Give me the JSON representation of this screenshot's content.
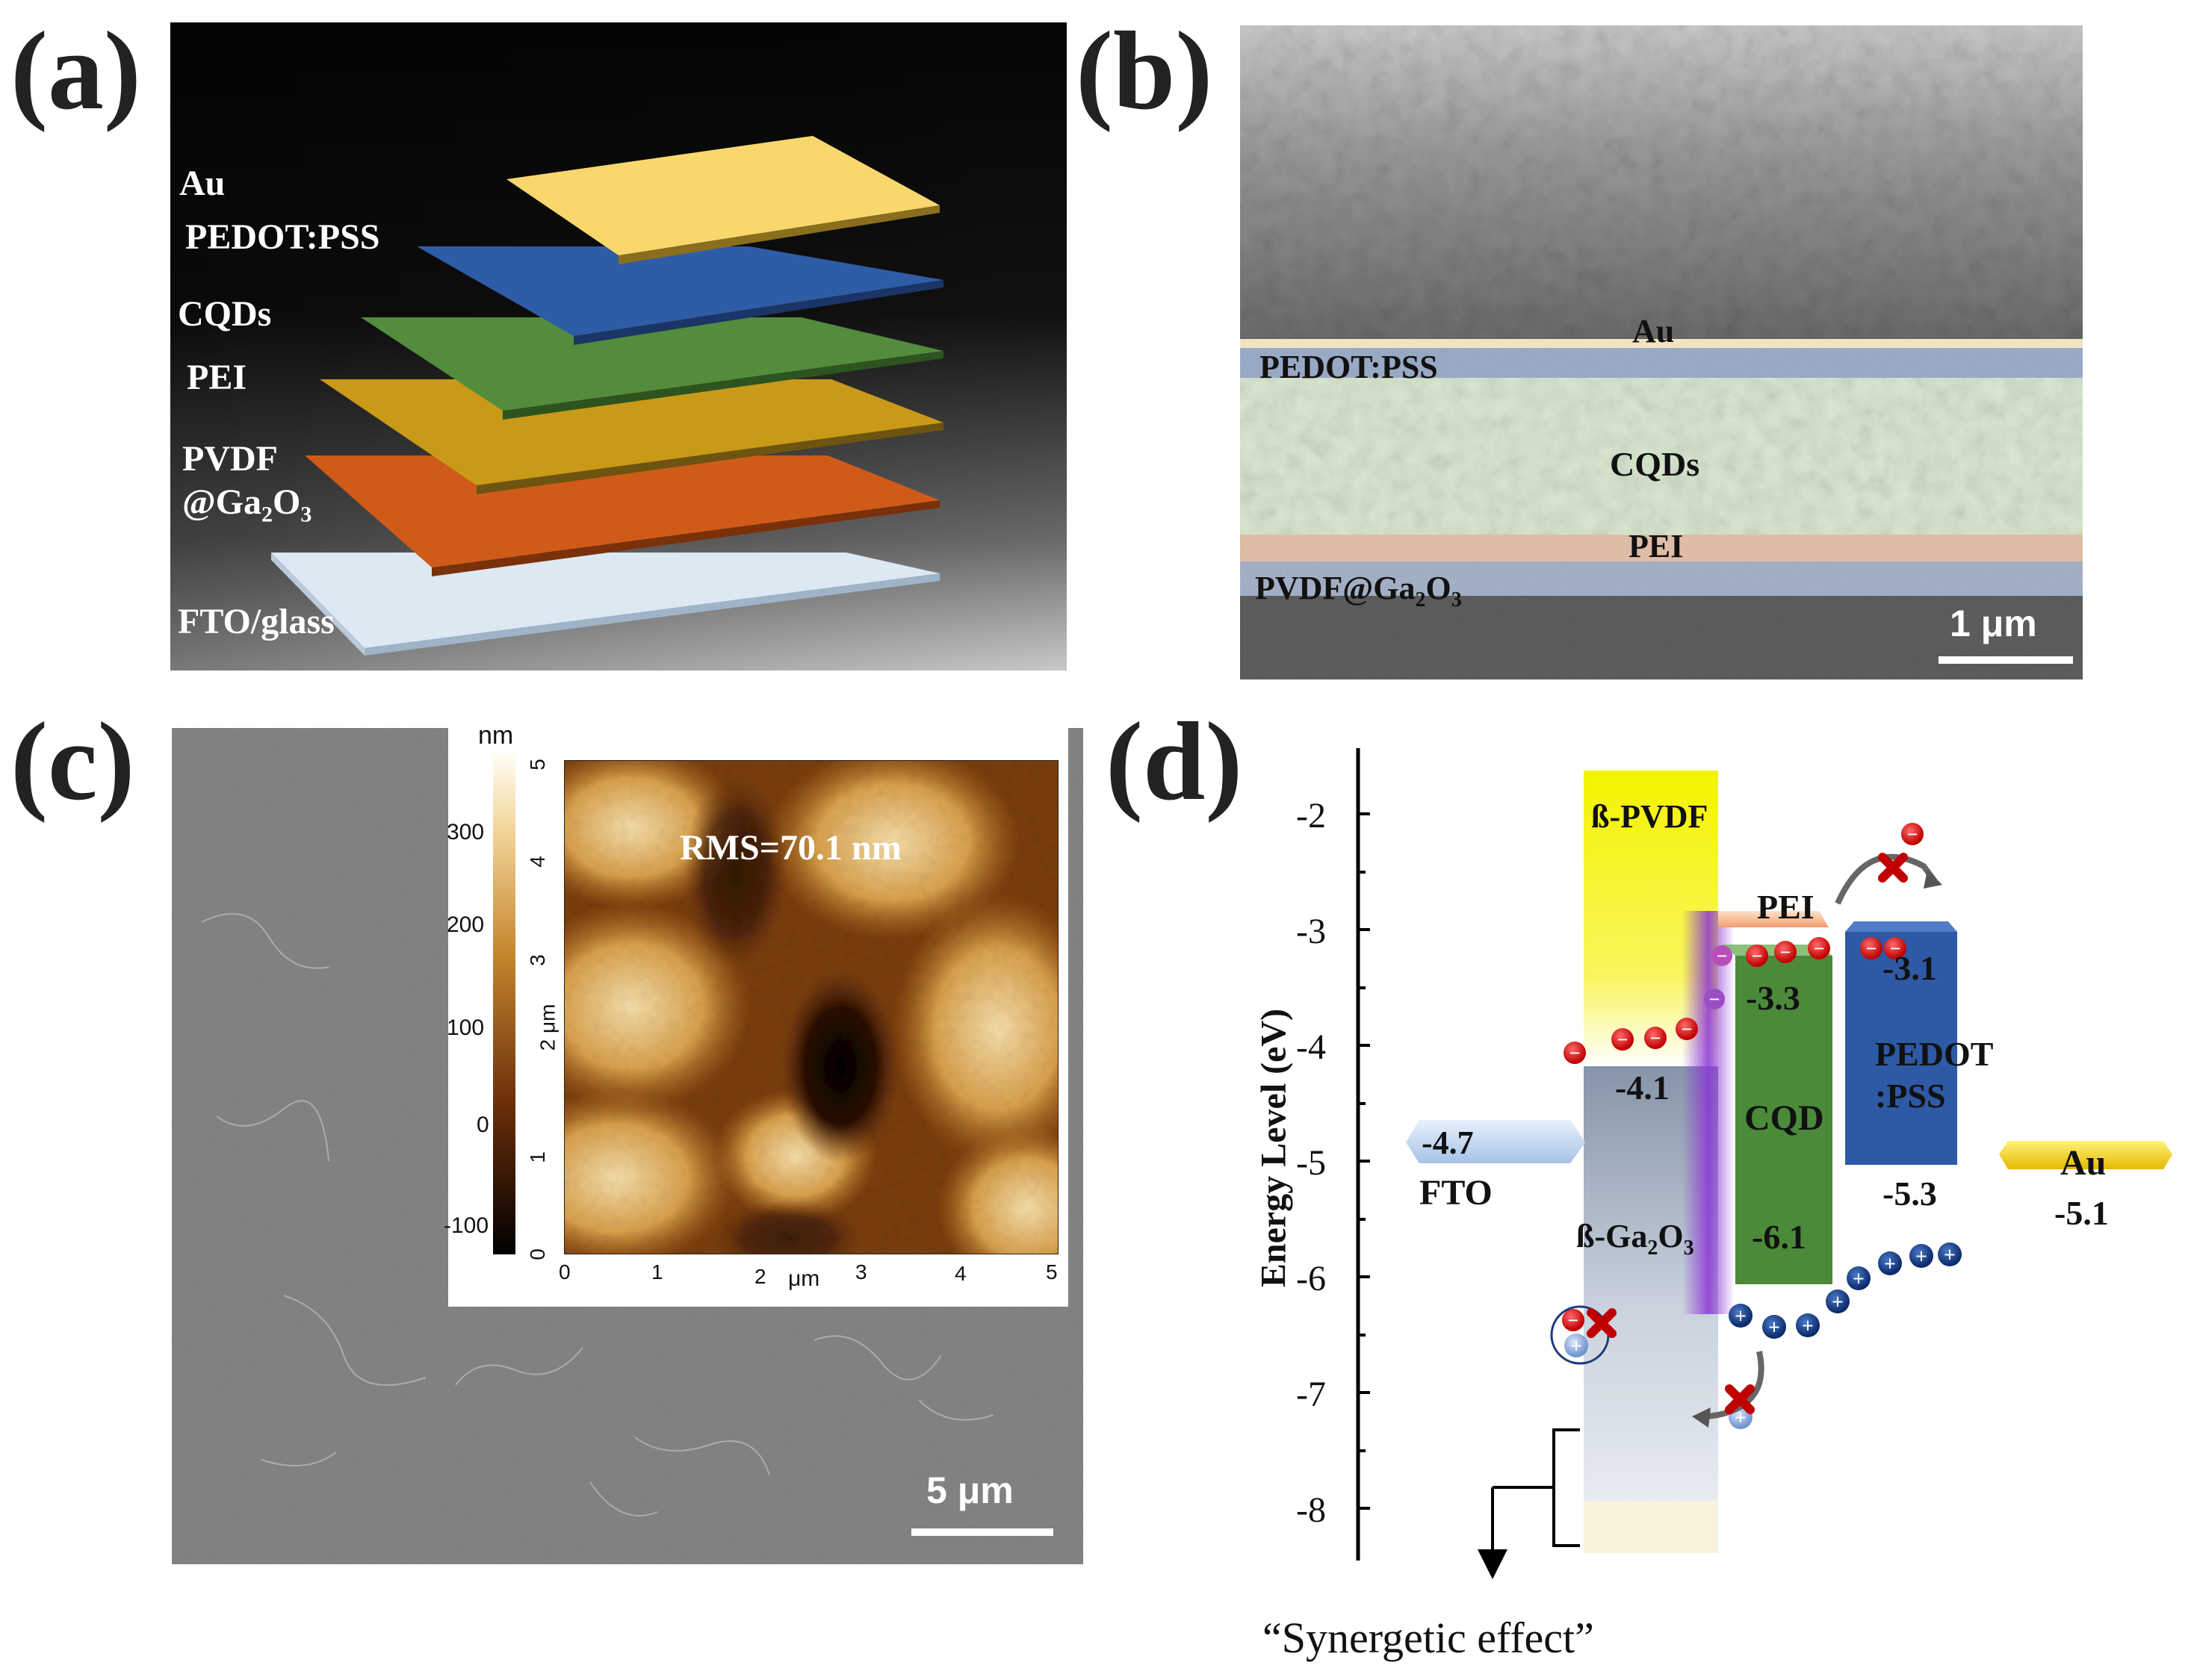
{
  "panels": {
    "a": {
      "label": "(a)",
      "layers": [
        {
          "name": "Au",
          "color": "#f7d46a"
        },
        {
          "name": "PEDOT:PSS",
          "color": "#2f5597"
        },
        {
          "name": "CQDs",
          "color": "#4e8a3a"
        },
        {
          "name": "PEI",
          "color": "#c89a1a"
        },
        {
          "name": "PVDF",
          "name2": "@Ga",
          "sub1": "2",
          "mid": "O",
          "sub2": "3",
          "color": "#cf5a17"
        },
        {
          "name": "FTO/glass",
          "color": "#dbe6f0"
        }
      ]
    },
    "b": {
      "label": "(b)",
      "labels": {
        "au": "Au",
        "pedot": "PEDOT:PSS",
        "cqds": "CQDs",
        "pei": "PEI",
        "pvdf": "PVDF@Ga",
        "pvdf_sub1": "2",
        "pvdf_mid": "O",
        "pvdf_sub2": "3"
      },
      "scale_bar": "1 μm"
    },
    "c": {
      "label": "(c)",
      "scale_bar": "5 μm",
      "afm": {
        "unit": "nm",
        "colorbar_ticks": [
          "300",
          "200",
          "100",
          "0",
          "-100"
        ],
        "x_ticks": [
          "0",
          "1",
          "2",
          "3",
          "4",
          "5"
        ],
        "y_ticks": [
          "0",
          "1",
          "2",
          "3",
          "4",
          "5"
        ],
        "x_unit": "μm",
        "y_unit": "μm",
        "annotation": "RMS=70.1 nm"
      }
    },
    "d": {
      "label": "(d)",
      "ylabel": "Energy Level (eV)",
      "y_ticks": [
        "-2",
        "-3",
        "-4",
        "-5",
        "-6",
        "-7",
        "-8"
      ],
      "caption": "“Synergetic effect”",
      "levels": {
        "fto_value": "-4.7",
        "fto_name": "FTO",
        "pvdf_name": "ß-PVDF",
        "ga2o3_prefix": "ß-Ga",
        "ga2o3_sub": "2",
        "ga2o3_mid": "O",
        "ga2o3_sub2": "3",
        "pei_name": "PEI",
        "cqd_name": "CQD",
        "cqd_lumo": "-3.3",
        "cqd_homo": "-6.1",
        "pvdf_level": "-4.1",
        "pedot_name1": "PEDOT",
        "pedot_name2": ":PSS",
        "pedot_lumo": "-3.1",
        "pedot_homo": "-5.3",
        "au_name": "Au",
        "au_value": "-5.1"
      },
      "colors": {
        "pvdf": "#f5f500",
        "cqd": "#3e7d32",
        "pedot": "#2f5aa5",
        "au": "#ffd700",
        "pei": "#f4a07a",
        "ga2o3": "#b8c6d8"
      }
    }
  }
}
